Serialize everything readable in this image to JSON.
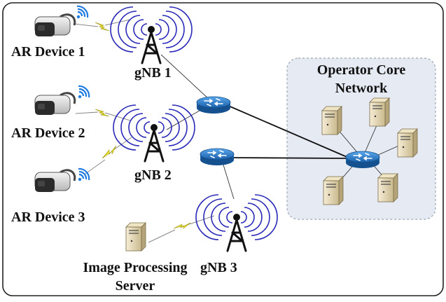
{
  "devices": [
    {
      "label": "AR Device 1"
    },
    {
      "label": "AR Device 2"
    },
    {
      "label": "AR Device 3"
    }
  ],
  "gnbs": [
    {
      "label": "gNB 1"
    },
    {
      "label": "gNB 2"
    },
    {
      "label": "gNB 3"
    }
  ],
  "server": {
    "line1": "Image Processing",
    "line2": "Server"
  },
  "core": {
    "line1": "Operator Core",
    "line2": "Network"
  },
  "colors": {
    "antenna_waves": "#2a2ab8",
    "router": "#1f6fbf",
    "wireless_bolt": "#f2e830",
    "core_fill": "#e6ebf3",
    "wifi": "#1e7be0"
  },
  "icons": [
    "vr-headset-icon",
    "wifi-icon",
    "cell-tower-icon",
    "router-icon",
    "server-icon",
    "lightning-link-icon"
  ]
}
